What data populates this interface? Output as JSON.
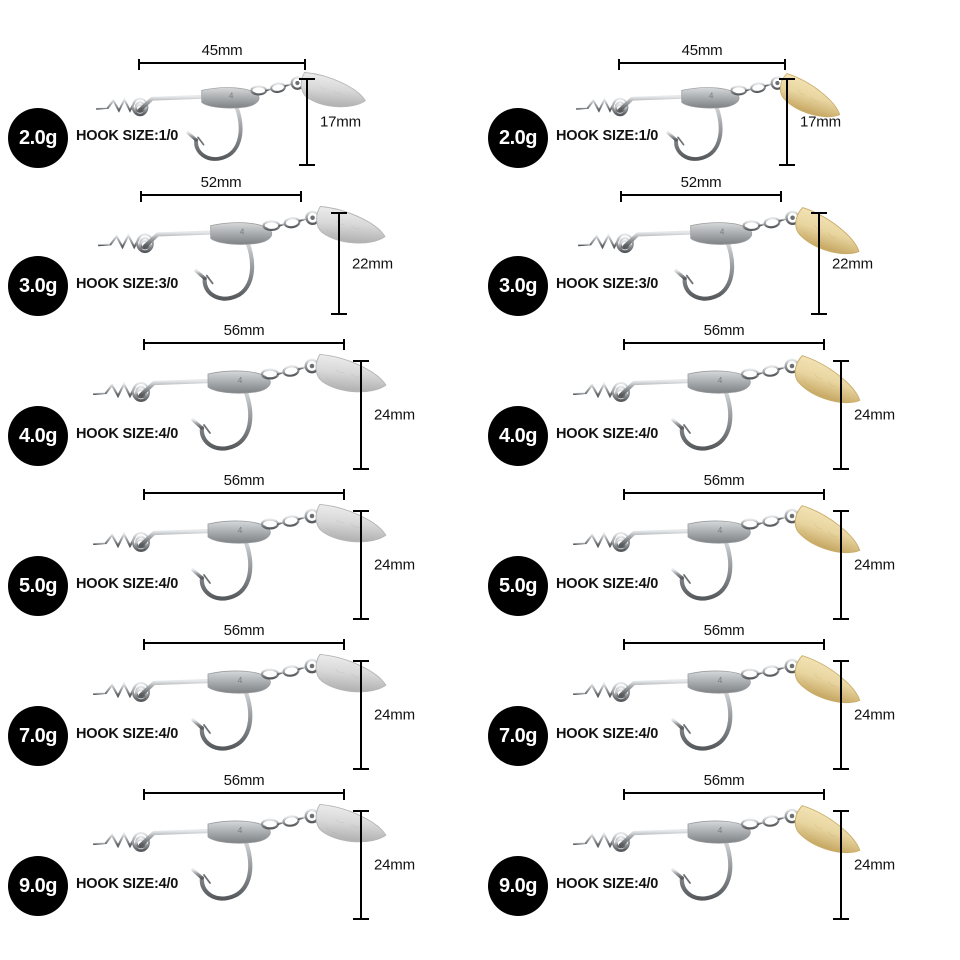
{
  "sheet": {
    "background_color": "#ffffff",
    "badge_color": "#000000",
    "badge_text_color": "#ffffff",
    "dimension_line_color": "#000000",
    "blade_silver_color": "#d8d8d8",
    "blade_gold_color": "#e8d5a0",
    "hardware_color": "#b9bcbe",
    "body_color": "#b0b2b4",
    "columns": [
      {
        "name": "silver",
        "blade_finish": "silver"
      },
      {
        "name": "gold",
        "blade_finish": "gold"
      }
    ]
  },
  "rows": [
    {
      "weight": "2.0g",
      "hook_size_label": "HOOK SIZE:1/0",
      "hook_size_value": "1/0",
      "length_label": "45mm",
      "length_mm": 45,
      "height_label": "17mm",
      "height_mm": 17
    },
    {
      "weight": "3.0g",
      "hook_size_label": "HOOK SIZE:3/0",
      "hook_size_value": "3/0",
      "length_label": "52mm",
      "length_mm": 52,
      "height_label": "22mm",
      "height_mm": 22
    },
    {
      "weight": "4.0g",
      "hook_size_label": "HOOK SIZE:4/0",
      "hook_size_value": "4/0",
      "length_label": "56mm",
      "length_mm": 56,
      "height_label": "24mm",
      "height_mm": 24
    },
    {
      "weight": "5.0g",
      "hook_size_label": "HOOK SIZE:4/0",
      "hook_size_value": "4/0",
      "length_label": "56mm",
      "length_mm": 56,
      "height_label": "24mm",
      "height_mm": 24
    },
    {
      "weight": "7.0g",
      "hook_size_label": "HOOK SIZE:4/0",
      "hook_size_value": "4/0",
      "length_label": "56mm",
      "length_mm": 56,
      "height_label": "24mm",
      "height_mm": 24
    },
    {
      "weight": "9.0g",
      "hook_size_label": "HOOK SIZE:4/0",
      "hook_size_value": "4/0",
      "length_label": "56mm",
      "length_mm": 56,
      "height_label": "24mm",
      "height_mm": 24
    }
  ]
}
